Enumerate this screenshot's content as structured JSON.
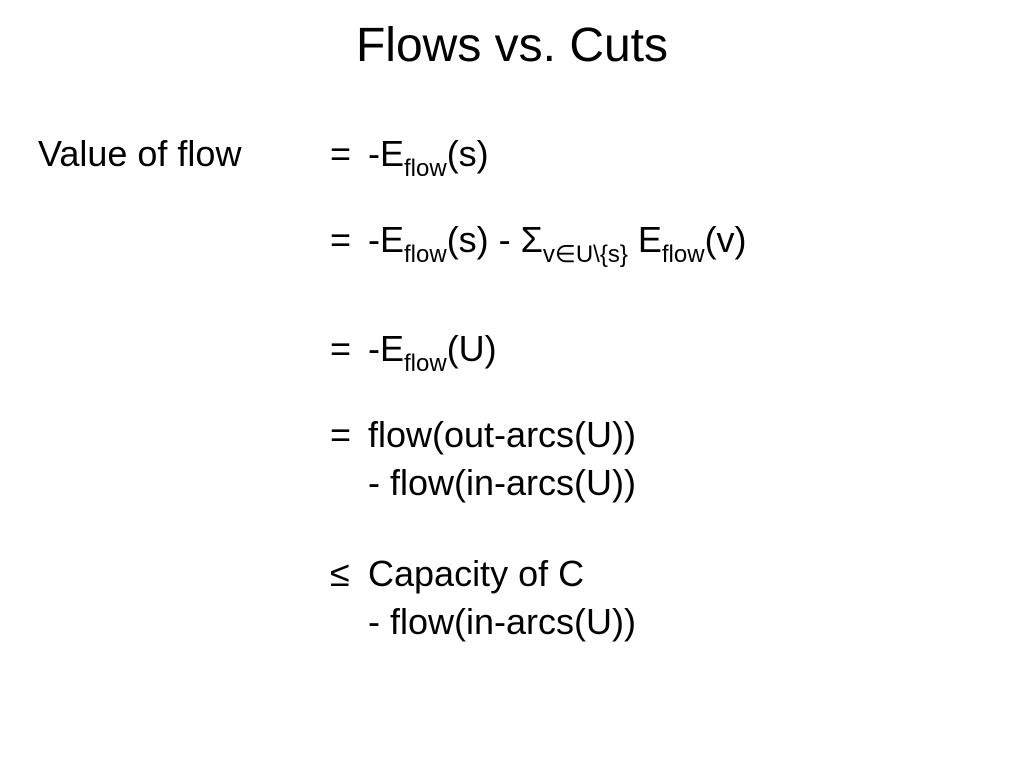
{
  "title": "Flows vs. Cuts",
  "label": "Value of flow",
  "steps": [
    {
      "op": "=",
      "parts": [
        {
          "t": "-E"
        },
        {
          "s": "flow"
        },
        {
          "t": "(s)"
        }
      ]
    },
    {
      "op": "=",
      "parts": [
        {
          "t": "-E"
        },
        {
          "s": "flow"
        },
        {
          "t": "(s) - Σ"
        },
        {
          "s": "v∈U\\{s}"
        },
        {
          "t": " E"
        },
        {
          "s": "flow"
        },
        {
          "t": "(v)"
        }
      ]
    },
    {
      "op": "=",
      "parts": [
        {
          "t": "-E"
        },
        {
          "s": "flow"
        },
        {
          "t": "(U)"
        }
      ]
    },
    {
      "op": "=",
      "parts": [
        {
          "t": "flow(out-arcs(U))"
        }
      ],
      "cont": "- flow(in-arcs(U))"
    },
    {
      "op": "≤",
      "parts": [
        {
          "t": "Capacity of C"
        }
      ],
      "cont": "- flow(in-arcs(U))"
    }
  ]
}
